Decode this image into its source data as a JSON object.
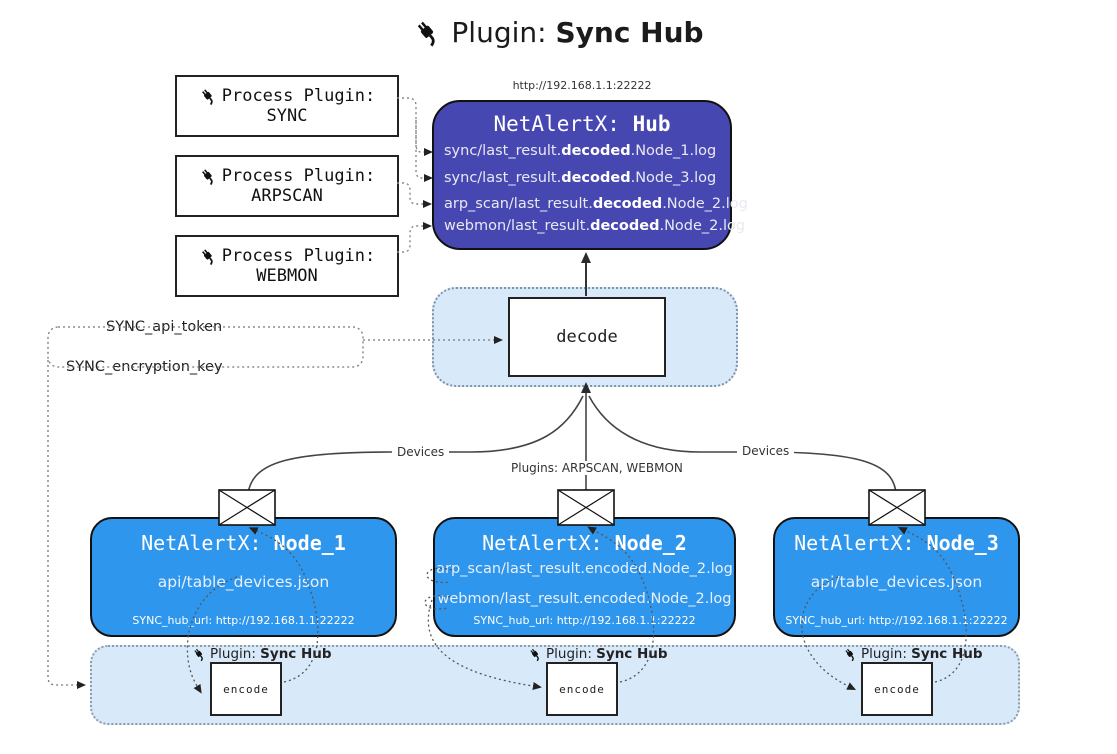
{
  "title": {
    "normal": "Plugin: ",
    "bold": "Sync Hub"
  },
  "hub": {
    "url": "http://192.168.1.1:22222",
    "name_prefix": "NetAlertX: ",
    "name_bold": "Hub",
    "logs": [
      {
        "pre": "sync/last_result.",
        "bold": "decoded",
        "post": ".Node_1.log"
      },
      {
        "pre": "sync/last_result.",
        "bold": "decoded",
        "post": ".Node_3.log"
      },
      {
        "pre": "arp_scan/last_result.",
        "bold": "decoded",
        "post": ".Node_2.log"
      },
      {
        "pre": "webmon/last_result.",
        "bold": "decoded",
        "post": ".Node_2.log"
      }
    ]
  },
  "process_plugins": [
    {
      "title": "Process Plugin:",
      "name": "SYNC"
    },
    {
      "title": "Process Plugin:",
      "name": "ARPSCAN"
    },
    {
      "title": "Process Plugin:",
      "name": "WEBMON"
    }
  ],
  "decode": {
    "label": "decode"
  },
  "tokens": {
    "api_token": "SYNC_api_token",
    "encryption_key": "SYNC_encryption_key"
  },
  "edges": {
    "devices_left": "Devices",
    "plugins_center": "Plugins: ARPSCAN, WEBMON",
    "devices_right": "Devices"
  },
  "nodes": [
    {
      "name_prefix": "NetAlertX: ",
      "name_bold": "Node_1",
      "files": [
        "api/table_devices.json"
      ],
      "hub_url": "SYNC_hub_url: http://192.168.1.1:22222"
    },
    {
      "name_prefix": "NetAlertX: ",
      "name_bold": "Node_2",
      "files": [
        "arp_scan/last_result.encoded.Node_2.log",
        "webmon/last_result.encoded.Node_2.log"
      ],
      "hub_url": "SYNC_hub_url: http://192.168.1.1:22222"
    },
    {
      "name_prefix": "NetAlertX: ",
      "name_bold": "Node_3",
      "files": [
        "api/table_devices.json"
      ],
      "hub_url": "SYNC_hub_url: http://192.168.1.1:22222"
    }
  ],
  "encoders": [
    {
      "label_normal": "Plugin: ",
      "label_bold": "Sync Hub",
      "box": "encode"
    },
    {
      "label_normal": "Plugin: ",
      "label_bold": "Sync Hub",
      "box": "encode"
    },
    {
      "label_normal": "Plugin: ",
      "label_bold": "Sync Hub",
      "box": "encode"
    }
  ],
  "colors": {
    "hub_fill": "#4747b2",
    "node_fill": "#2e96ed",
    "panel_fill": "#d8e9f9",
    "panel_border": "#7d93ab",
    "band_border": "#8b9cad",
    "connector": "#444444",
    "text_light": "#e9e9f2"
  }
}
